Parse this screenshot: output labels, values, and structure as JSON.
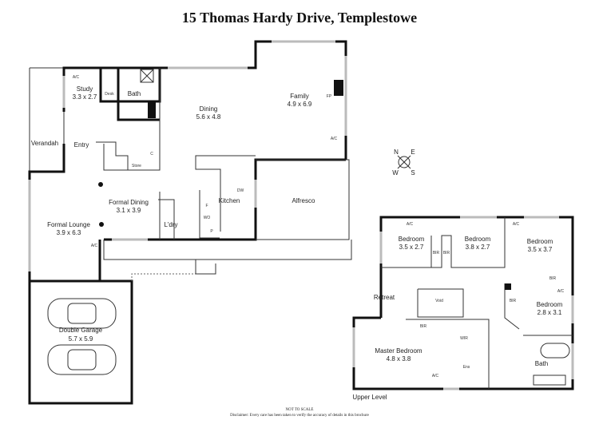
{
  "title": "15 Thomas Hardy Drive, Templestowe",
  "ground_floor": {
    "rooms": {
      "study": {
        "name": "Study",
        "size": "3.3 x 2.7"
      },
      "bath": {
        "name": "Bath"
      },
      "dining": {
        "name": "Dining",
        "size": "5.6 x 4.8"
      },
      "family": {
        "name": "Family",
        "size": "4.9 x 6.9"
      },
      "verandah": {
        "name": "Verandah"
      },
      "entry": {
        "name": "Entry"
      },
      "store": {
        "name": "Store"
      },
      "formal_dining": {
        "name": "Formal Dining",
        "size": "3.1 x 3.9"
      },
      "formal_lounge": {
        "name": "Formal Lounge",
        "size": "3.9 x 6.3"
      },
      "kitchen": {
        "name": "Kitchen"
      },
      "laundry": {
        "name": "L'dry"
      },
      "alfresco": {
        "name": "Alfresco"
      },
      "garage": {
        "name": "Double Garage",
        "size": "5.7 x 5.9"
      }
    },
    "small_labels": {
      "ac": "A/C",
      "desk": "Desk",
      "fp": "FP",
      "dw": "DW",
      "c": "C",
      "f": "F",
      "wo": "WO",
      "p": "P"
    }
  },
  "upper_level": {
    "label": "Upper Level",
    "rooms": {
      "bed1": {
        "name": "Bedroom",
        "size": "3.5 x 2.7"
      },
      "bed2": {
        "name": "Bedroom",
        "size": "3.8 x 2.7"
      },
      "bed3": {
        "name": "Bedroom",
        "size": "3.5 x 3.7"
      },
      "bed4": {
        "name": "Bedroom",
        "size": "2.8 x 3.1"
      },
      "retreat": {
        "name": "Retreat"
      },
      "void": {
        "name": "Void"
      },
      "master": {
        "name": "Master Bedroom",
        "size": "4.8 x 3.8"
      },
      "wir": {
        "name": "WIR"
      },
      "ens": {
        "name": "Ens"
      },
      "bath": {
        "name": "Bath"
      }
    },
    "small_labels": {
      "bir": "BIR",
      "ac": "A/C"
    }
  },
  "compass": {
    "n": "N",
    "e": "E",
    "s": "S",
    "w": "W"
  },
  "footer": {
    "not_to_scale": "NOT TO SCALE",
    "disclaimer": "Disclaimer: Every care has been taken to verify the accuracy of details in this brochure"
  }
}
